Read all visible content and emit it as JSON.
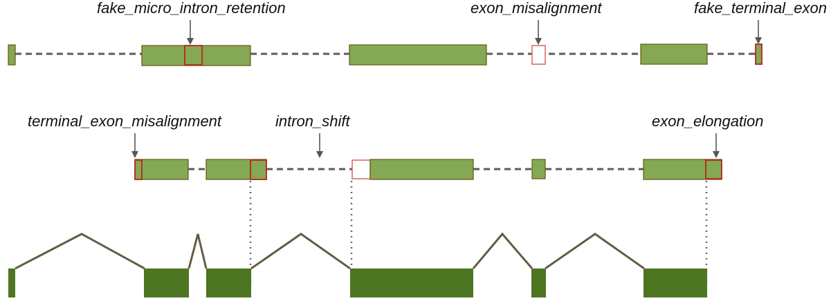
{
  "annotations": {
    "fake_micro_intron_retention": "fake_micro_intron_retention",
    "exon_misalignment": "exon_misalignment",
    "fake_terminal_exon": "fake_terminal_exon",
    "terminal_exon_misalignment": "terminal_exon_misalignment",
    "intron_shift": "intron_shift",
    "exon_elongation": "exon_elongation"
  },
  "colors": {
    "predicted_exon": "#84a854",
    "reference_exon": "#4e7522",
    "error_highlight": "#b8261e",
    "intron_line": "#5b5b5b"
  }
}
